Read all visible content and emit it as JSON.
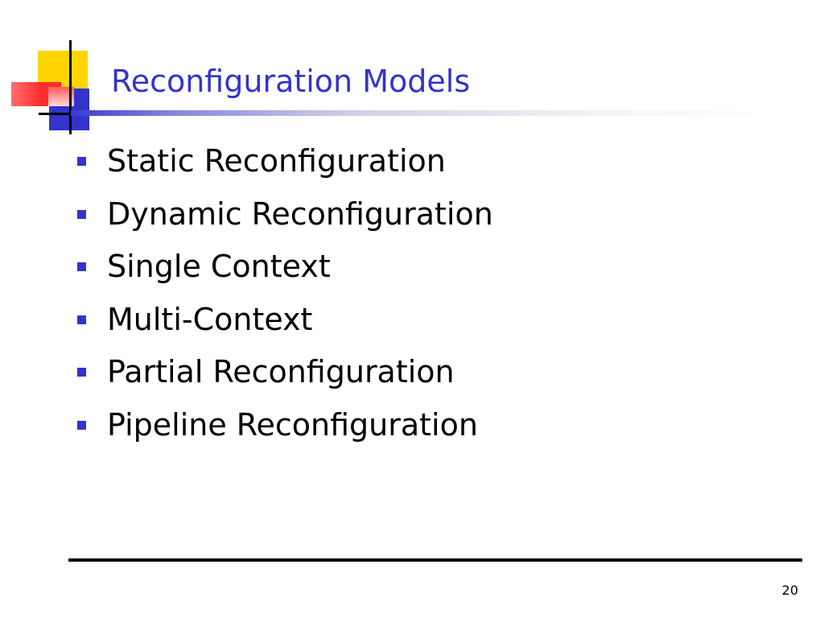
{
  "slide": {
    "title": "Reconfiguration Models",
    "bullets": [
      "Static Reconfiguration",
      "Dynamic Reconfiguration",
      "Single Context",
      "Multi-Context",
      "Partial Reconfiguration",
      "Pipeline Reconfiguration"
    ],
    "page_number": "20"
  },
  "colors": {
    "title": "#3333cc",
    "bullet": "#3333cc",
    "logo_yellow": "#ffd500",
    "logo_blue": "#3333cc",
    "logo_red": "#ff2d2d"
  },
  "icons": {
    "logo": "corner-squares-logo-icon",
    "bullet": "square-bullet-icon"
  }
}
